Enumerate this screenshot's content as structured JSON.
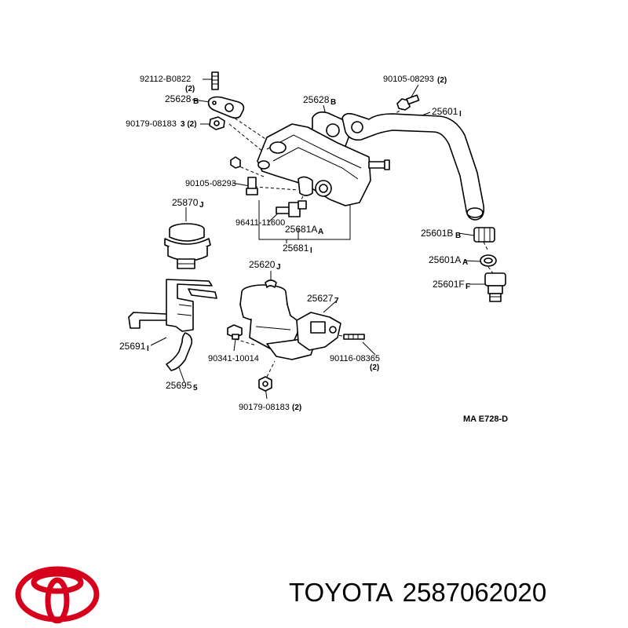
{
  "diagram": {
    "labels": {
      "p92112": "92112-B0822",
      "q92112": "(2)",
      "p25628a": "25628",
      "s25628a": "B",
      "p90179a": "90179-08183",
      "q90179a": "3  (2)",
      "p25628b": "25628",
      "s25628b": "B",
      "p90105a": "90105-08293",
      "q90105a": "(2)",
      "p25601": "25601",
      "s25601": "I",
      "p90105b": "90105-08293",
      "p25870": "25870",
      "s25870": "J",
      "p96411": "96411-11600",
      "p25681a": "25681A",
      "s25681a": "A",
      "p25681": "25681",
      "s25681": "I",
      "p25601b": "25601B",
      "s25601b": "B",
      "p25601a": "25601A",
      "s25601a": "A",
      "p25601f": "25601F",
      "s25601f": "F",
      "p25620": "25620",
      "s25620": "J",
      "p25627": "25627",
      "s25627": "7",
      "p25691": "25691",
      "s25691": "I",
      "p90341": "90341-10014",
      "p90116": "90116-08365",
      "q90116": "(2)",
      "p25695": "25695",
      "s25695": "5",
      "p90179b": "90179-08183",
      "q90179b": "(2)",
      "code": "MA E728-D"
    }
  },
  "brand": {
    "name": "TOYOTA",
    "part_number": "2587062020",
    "logo_color": "#d6001c"
  }
}
